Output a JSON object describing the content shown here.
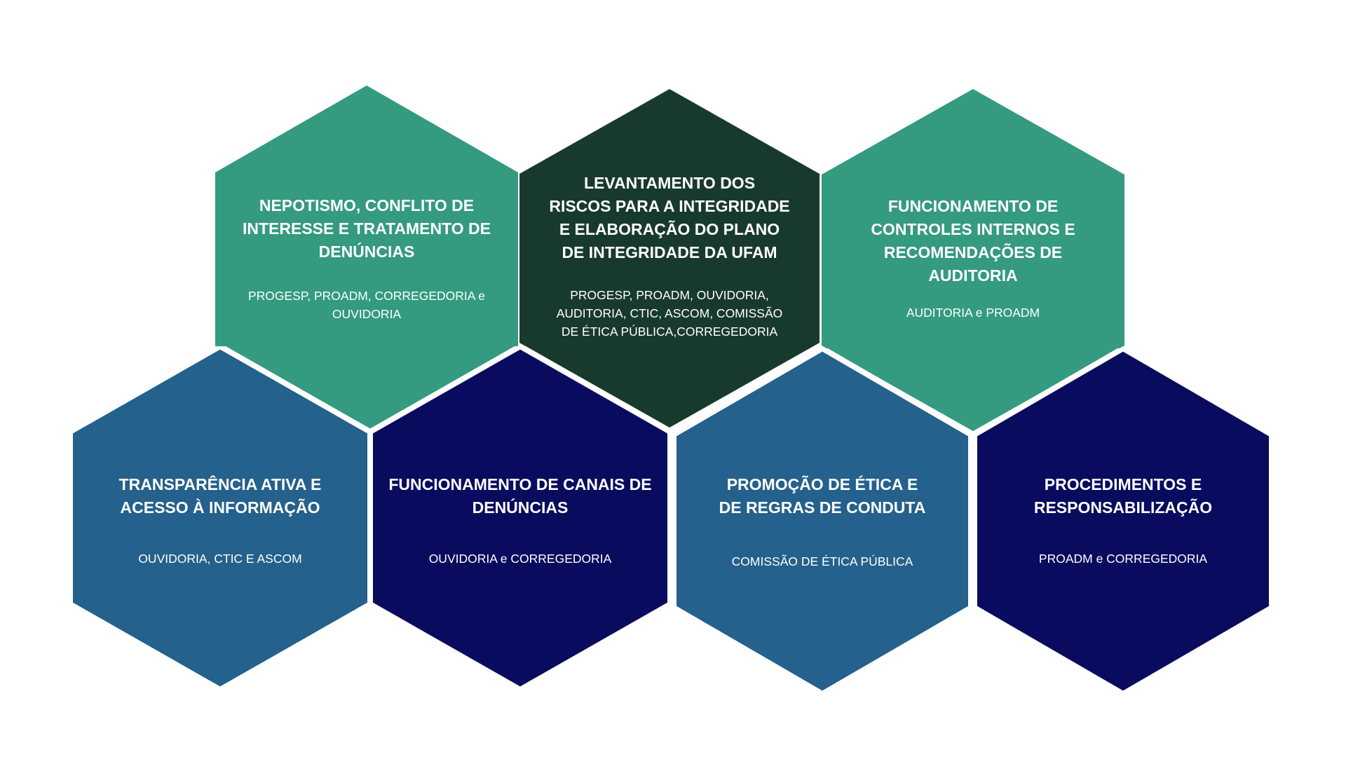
{
  "colors": {
    "teal": "#349A80",
    "dark_green": "#183A2C",
    "steel_blue": "#24618C",
    "navy": "#090B5E",
    "separator": "#ffffff"
  },
  "hexagons": [
    {
      "id": "nepotismo",
      "color": "#349A80",
      "title": "NEPOTISMO, CONFLITO DE\nINTERESSE E TRATAMENTO DE\nDENÚNCIAS",
      "subtitle": "PROGESP, PROADM, CORREGEDORIA e\nOUVIDORIA"
    },
    {
      "id": "levantamento",
      "color": "#183A2C",
      "title": "LEVANTAMENTO DOS\nRISCOS PARA A INTEGRIDADE\nE ELABORAÇÃO DO PLANO\nDE INTEGRIDADE DA UFAM",
      "subtitle": "PROGESP, PROADM, OUVIDORIA,\nAUDITORIA, CTIC, ASCOM, COMISSÃO\nDE ÉTICA PÚBLICA,CORREGEDORIA"
    },
    {
      "id": "controles",
      "color": "#349A80",
      "title": "FUNCIONAMENTO DE\nCONTROLES INTERNOS E\nRECOMENDAÇÕES DE\nAUDITORIA",
      "subtitle": "AUDITORIA e PROADM"
    },
    {
      "id": "transparencia",
      "color": "#24618C",
      "title": "TRANSPARÊNCIA ATIVA E\nACESSO À INFORMAÇÃO",
      "subtitle": "OUVIDORIA, CTIC E ASCOM"
    },
    {
      "id": "canais",
      "color": "#090B5E",
      "title": "FUNCIONAMENTO DE CANAIS DE\nDENÚNCIAS",
      "subtitle": "OUVIDORIA e CORREGEDORIA"
    },
    {
      "id": "etica",
      "color": "#24618C",
      "title": "PROMOÇÃO DE ÉTICA E\nDE REGRAS DE CONDUTA",
      "subtitle": "COMISSÃO DE ÉTICA PÚBLICA"
    },
    {
      "id": "procedimentos",
      "color": "#090B5E",
      "title": "PROCEDIMENTOS E\nRESPONSABILIZAÇÃO",
      "subtitle": "PROADM e CORREGEDORIA"
    }
  ]
}
